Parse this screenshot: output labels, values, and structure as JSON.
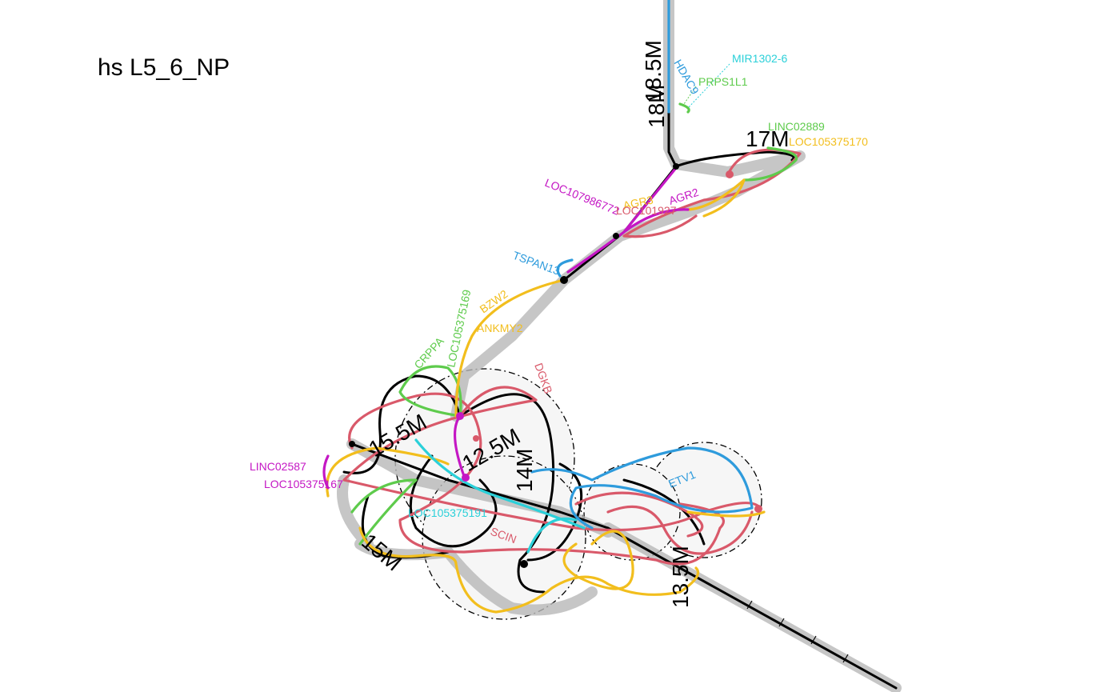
{
  "title": "hs L5_6_NP",
  "colors": {
    "backbone": "#000000",
    "halo": "#b0b0b0",
    "red": "#d9596a",
    "blue": "#2e9bdc",
    "green": "#5ecb4c",
    "yellow": "#f2be1d",
    "magenta": "#c417c4",
    "cyan": "#2bd0d9"
  },
  "position_labels": {
    "p18_5": "18.5M",
    "p18": "18M",
    "p17": "17M",
    "p15_5": "15.5M",
    "p12_5": "12.5M",
    "p14": "14M",
    "p15": "15M",
    "p13_5": "13.5M"
  },
  "genes": {
    "mir1302": "MIR1302-6",
    "hdac9": "HDAC9",
    "prps1l1": "PRPS1L1",
    "linc02889": "LINC02889",
    "loc105375170": "LOC105375170",
    "loc107986772": "LOC107986772",
    "agr2": "AGR2",
    "agr3": "AGR3",
    "loc101927": "LOC101927",
    "tspan13": "TSPAN13",
    "bzw2": "BZW2",
    "ankmy2": "ANKMY2",
    "loc105375169": "LOC105375169",
    "crppa": "CRPPA",
    "dgkb": "DGKB",
    "linc02587": "LINC02587",
    "loc105375167": "LOC105375167",
    "etv1": "ETV1",
    "scin": "SCIN",
    "loc105375191": "LOC105375191"
  }
}
